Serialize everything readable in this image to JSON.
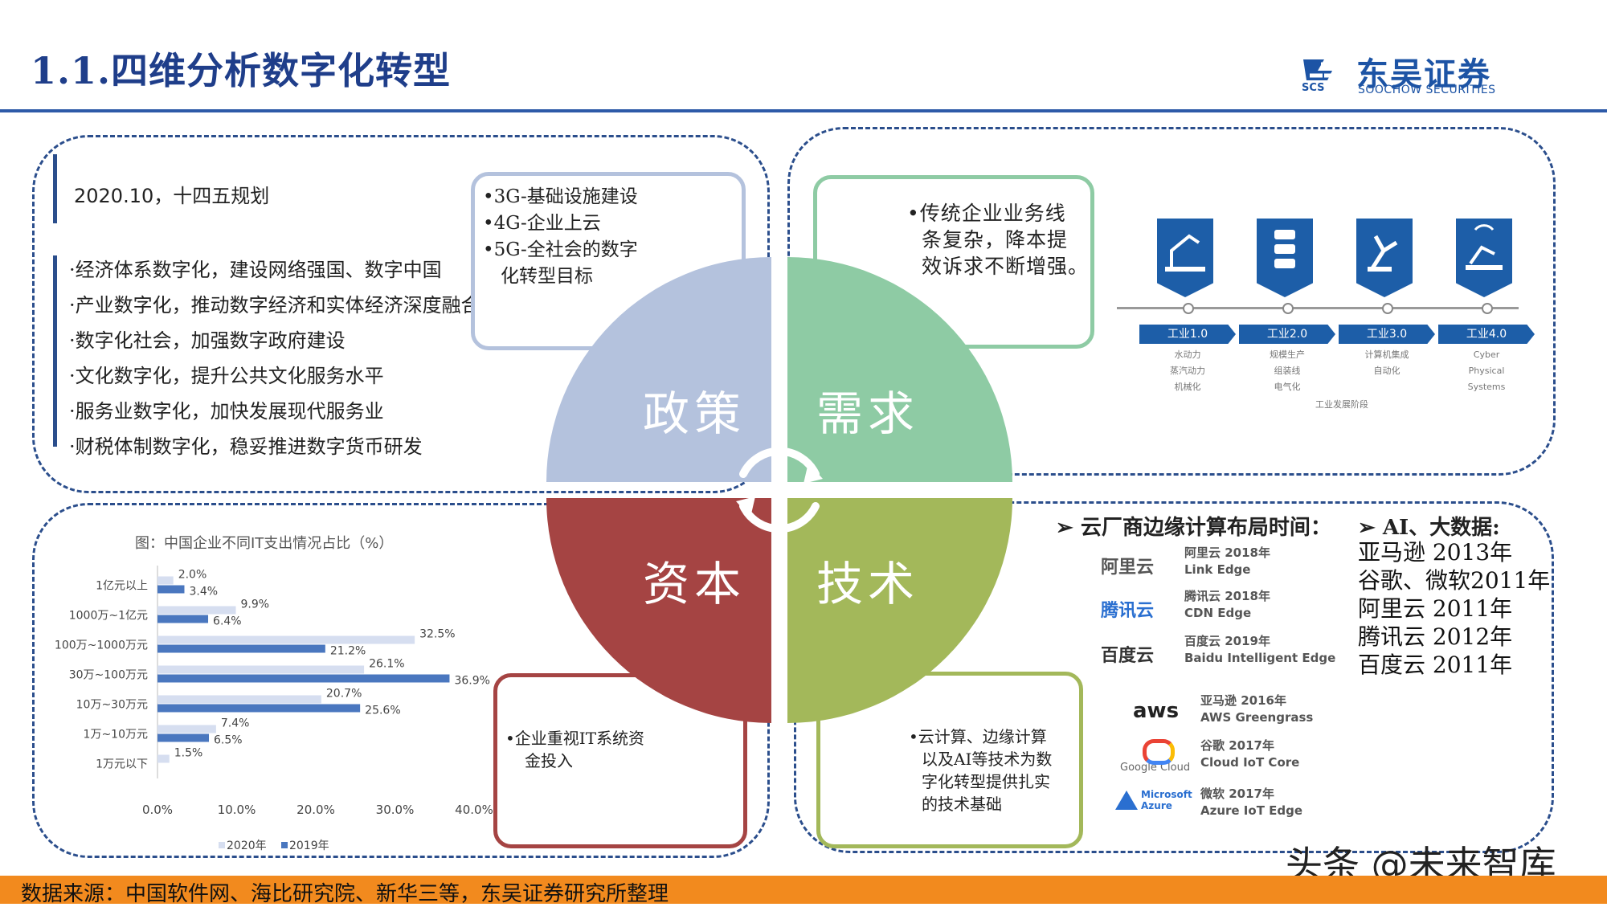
{
  "header": {
    "title": "1.1.四维分析数字化转型",
    "logo_cn": "东吴证券",
    "logo_en": "SOOCHOW SECURITIES",
    "logo_abbr": "SCS"
  },
  "policy_panel": {
    "heading": "2020.10，十四五规划",
    "items": [
      "·经济体系数字化，建设网络强国、数字中国",
      "·产业数字化，推动数字经济和实体经济深度融合",
      "·数字化社会，加强数字政府建设",
      "·文化数字化，提升公共文化服务水平",
      "·服务业数字化，加快发展现代服务业",
      "·财税体制数字化，稳妥推进数字货币研发"
    ]
  },
  "policy_box": {
    "lines": [
      "•3G-基础设施建设",
      "•4G-企业上云",
      "•5G-全社会的数字",
      "化转型目标"
    ]
  },
  "demand_box": {
    "lines": [
      "•传统企业业务线",
      "条复杂，降本提",
      "效诉求不断增强。"
    ]
  },
  "quadrants": {
    "policy": "政策",
    "demand": "需求",
    "capital": "资本",
    "tech": "技术",
    "colors": {
      "policy": "#b4c2dd",
      "demand": "#8ecba4",
      "capital": "#a54443",
      "tech": "#a3b85a"
    }
  },
  "industry": {
    "stages": [
      {
        "label": "工业1.0",
        "desc": [
          "水动力",
          "蒸汽动力",
          "机械化"
        ]
      },
      {
        "label": "工业2.0",
        "desc": [
          "规模生产",
          "组装线",
          "电气化"
        ]
      },
      {
        "label": "工业3.0",
        "desc": [
          "计算机集成",
          "自动化"
        ]
      },
      {
        "label": "工业4.0",
        "desc": [
          "Cyber",
          "Physical",
          "Systems"
        ]
      }
    ],
    "caption": "工业发展阶段"
  },
  "chart_data": {
    "type": "bar",
    "orientation": "horizontal",
    "title": "图：中国企业不同IT支出情况占比（%）",
    "categories": [
      "1亿元以上",
      "1000万~1亿元",
      "100万~1000万元",
      "30万~100万元",
      "10万~30万元",
      "1万~10万元",
      "1万元以下"
    ],
    "series": [
      {
        "name": "2020年",
        "values": [
          2.0,
          9.9,
          32.5,
          26.1,
          20.7,
          7.4,
          1.5
        ],
        "color": "#d6def0"
      },
      {
        "name": "2019年",
        "values": [
          3.4,
          6.4,
          21.2,
          36.9,
          25.6,
          6.5,
          null
        ],
        "color": "#4a77bf"
      }
    ],
    "value_labels": {
      "2020年": [
        "2.0%",
        "9.9%",
        "32.5%",
        "26.1%",
        "20.7%",
        "7.4%",
        "1.5%"
      ],
      "2019年": [
        "3.4%",
        "6.4%",
        "21.2%",
        "36.9%",
        "25.6%",
        "6.5%",
        ""
      ]
    },
    "x_ticks": [
      "0.0%",
      "10.0%",
      "20.0%",
      "30.0%",
      "40.0%"
    ],
    "xlim": [
      0,
      40
    ],
    "legend_position": "bottom"
  },
  "capital_box": {
    "lines": [
      "•企业重视IT系统资",
      "金投入"
    ]
  },
  "tech_box": {
    "lines": [
      "•云计算、边缘计算",
      "以及AI等技术为数",
      "字化转型提供扎实",
      "的技术基础"
    ]
  },
  "edge": {
    "heading": "➢  云厂商边缘计算布局时间：",
    "vendors": [
      {
        "logo": "阿里云",
        "line1": "阿里云 2018年",
        "line2": "Link Edge",
        "color": "#555555"
      },
      {
        "logo": "腾讯云",
        "line1": "腾讯云 2018年",
        "line2": "CDN Edge",
        "color": "#2a6fd0"
      },
      {
        "logo": "百度云",
        "line1": "百度云 2019年",
        "line2": "Baidu Intelligent Edge",
        "color": "#333333"
      },
      {
        "logo": "aws",
        "line1": "亚马逊 2016年",
        "line2": "AWS Greengrass",
        "color": "#222222"
      },
      {
        "logo": "Google Cloud",
        "line1": "谷歌 2017年",
        "line2": "Cloud IoT Core",
        "color": "#666666"
      },
      {
        "logo": "Microsoft Azure",
        "line1": "微软 2017年",
        "line2": "Azure IoT Edge",
        "color": "#2a6fd0"
      }
    ]
  },
  "ai": {
    "heading": "➢ AI、大数据:",
    "items": [
      "亚马逊 2013年",
      "谷歌、微软2011年",
      "阿里云  2011年",
      "腾讯云  2012年",
      "百度云  2011年"
    ]
  },
  "footer": {
    "source": "数据来源：中国软件网、海比研究院、新华三等，东吴证券研究所整理",
    "watermark": "头条 @未来智库"
  }
}
